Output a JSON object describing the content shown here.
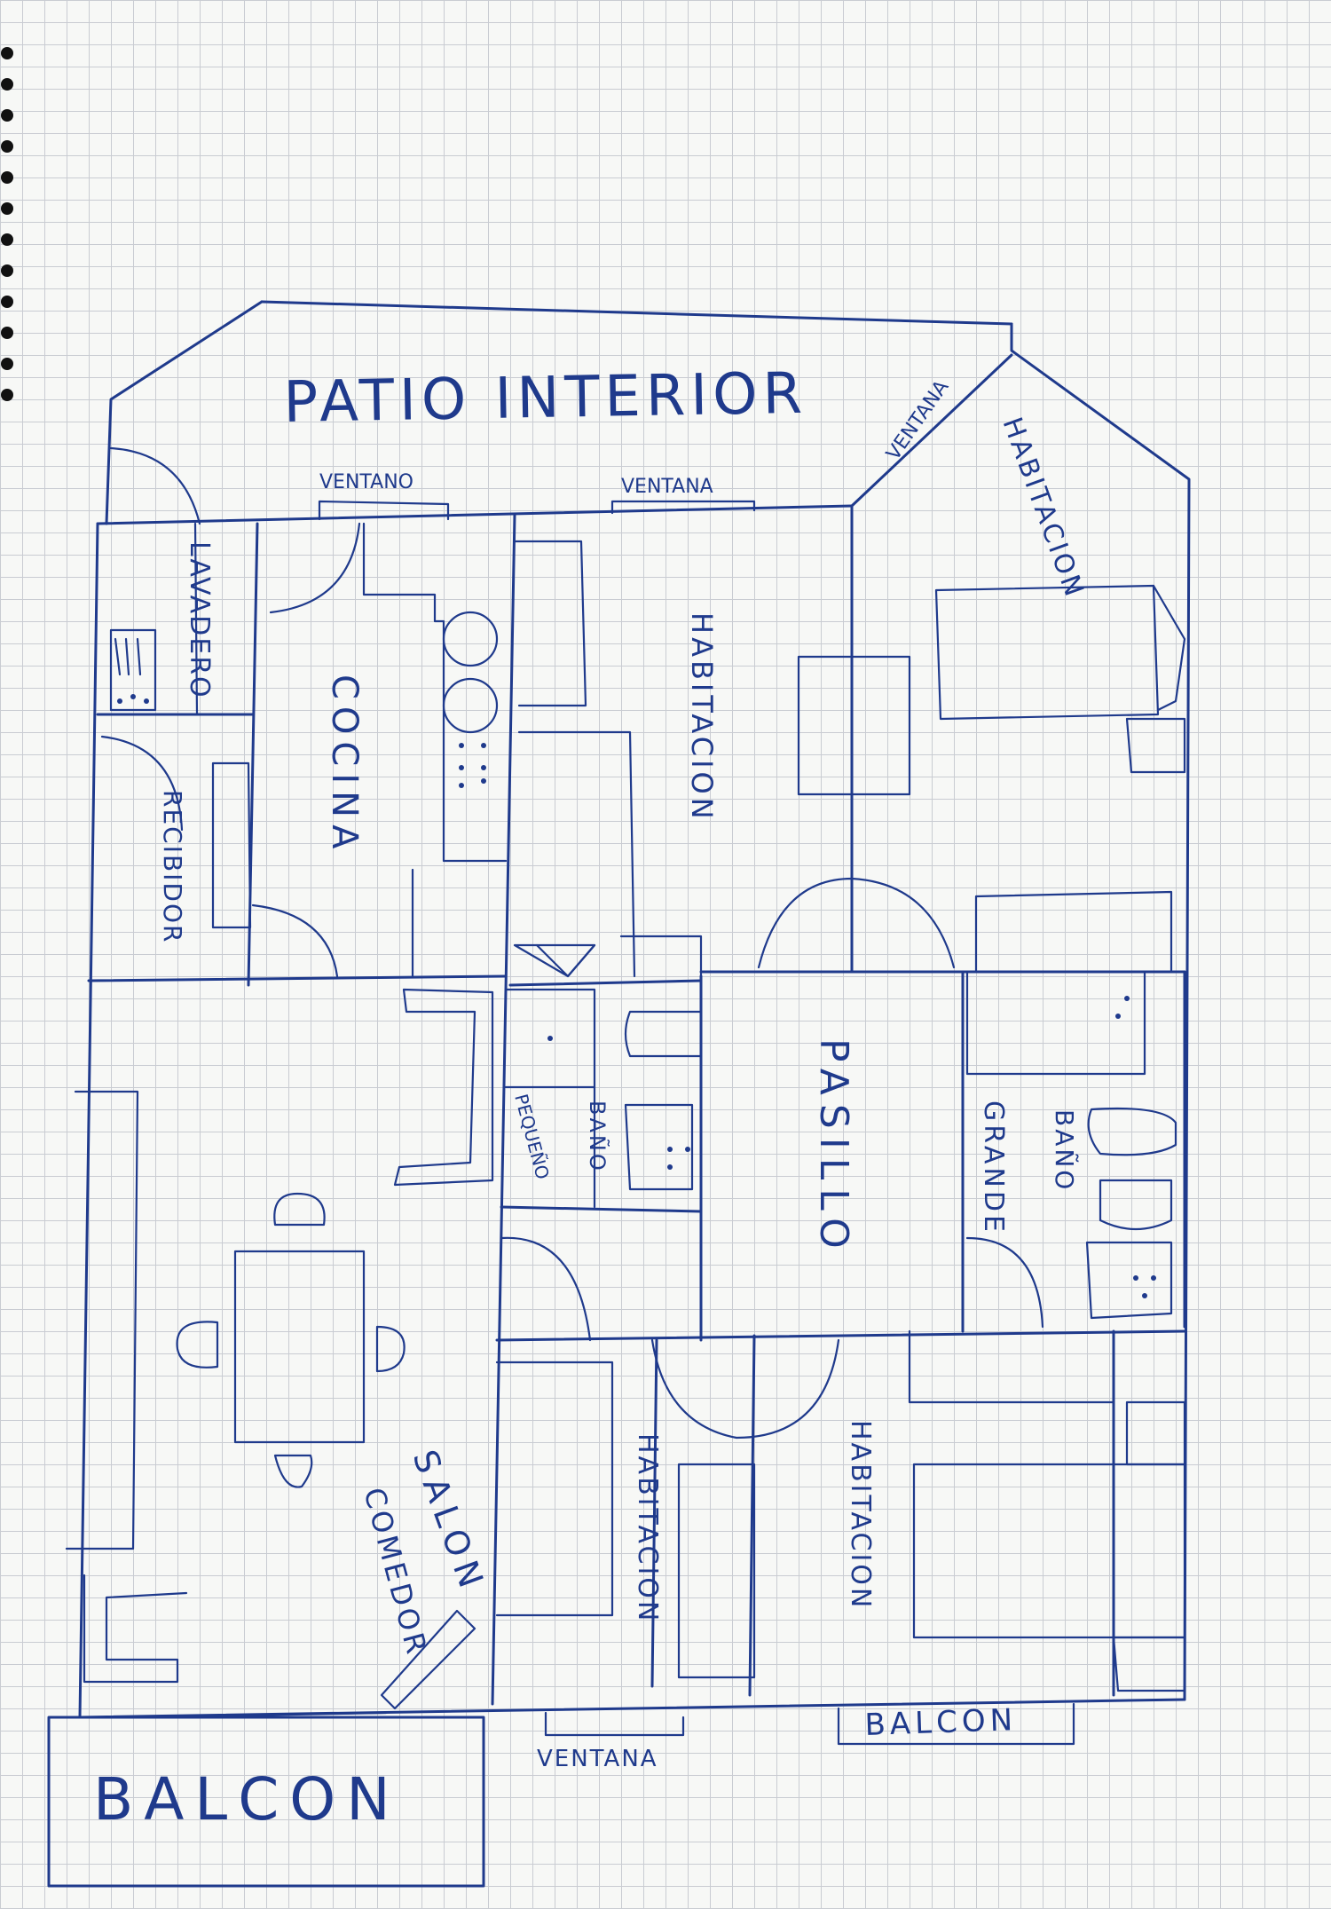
{
  "plan": {
    "patio": "PATIO INTERIOR",
    "window_1": "VENTANO",
    "window_2": "VENTANA",
    "window_3": "VENTANA",
    "window_bottom": "VENTANA",
    "laundry": "LAVADERO",
    "kitchen": "COCINA",
    "hall_entry": "RECIBIDOR",
    "room_center": "HABITACION",
    "room_top_right": "HABITACION",
    "corridor": "PASILLO",
    "bath_small_1": "BAÑO",
    "bath_small_2": "PEQUEÑO",
    "bath_big_1": "BAÑO",
    "bath_big_2": "GRANDE",
    "room_bottom_1": "HABITACION",
    "room_bottom_2": "HABITACION",
    "living_1": "SALON",
    "living_2": "COMEDOR",
    "balcony_left": "BALCON",
    "balcony_right": "BALCON"
  },
  "colors": {
    "ink": "#1f3a8c",
    "grid": "#c9ccd2",
    "paper": "#f7f8f6"
  }
}
